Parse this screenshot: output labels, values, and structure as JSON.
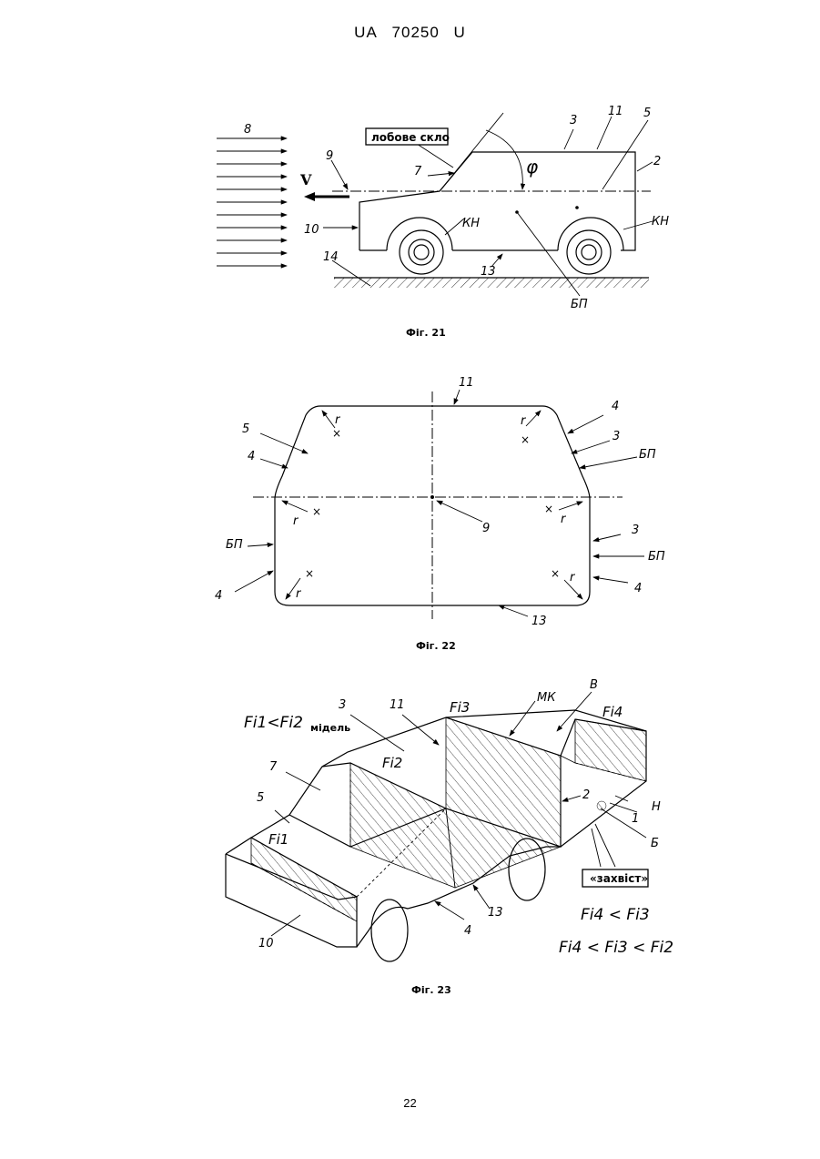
{
  "header": {
    "doc": "UA",
    "number": "70250",
    "kind": "U"
  },
  "fig21": {
    "caption": "Фіг. 21",
    "box_label": "лобове скло",
    "labels": {
      "n8": "8",
      "n3": "3",
      "n11": "11",
      "n5": "5",
      "n2": "2",
      "n9": "9",
      "n7": "7",
      "v": "V",
      "phi": "φ",
      "n10": "10",
      "kh1": "КН",
      "kh2": "КН",
      "n14": "14",
      "n13": "13",
      "bp": "БП"
    }
  },
  "fig22": {
    "caption": "Фіг. 22",
    "labels": {
      "n11": "11",
      "n5": "5",
      "n4a": "4",
      "r1": "r",
      "r2": "r",
      "n4b": "4",
      "n3a": "3",
      "bp1": "БП",
      "r3": "r",
      "n9": "9",
      "r4": "r",
      "n3b": "3",
      "bp2": "БП",
      "bp3": "БП",
      "n4c": "4",
      "r5": "r",
      "r6": "r",
      "n4d": "4",
      "n13": "13"
    }
  },
  "fig23": {
    "caption": "Фіг. 23",
    "box_label": "«захвіст»",
    "midel": "мідель",
    "labels": {
      "rel1": "Fi1<Fi2",
      "n3": "3",
      "n11": "11",
      "fi3": "Fi3",
      "mk": "МК",
      "b": "В",
      "fi4": "Fi4",
      "fi2": "Fi2",
      "n7": "7",
      "n5": "5",
      "fi1": "Fi1",
      "n2": "2",
      "n1": "1",
      "h": "Н",
      "be": "Б",
      "rel2": "Fi4 < Fi3",
      "rel3": "Fi4 < Fi3 < Fi2",
      "n13": "13",
      "n4": "4",
      "n10": "10"
    }
  },
  "page_number": "22"
}
